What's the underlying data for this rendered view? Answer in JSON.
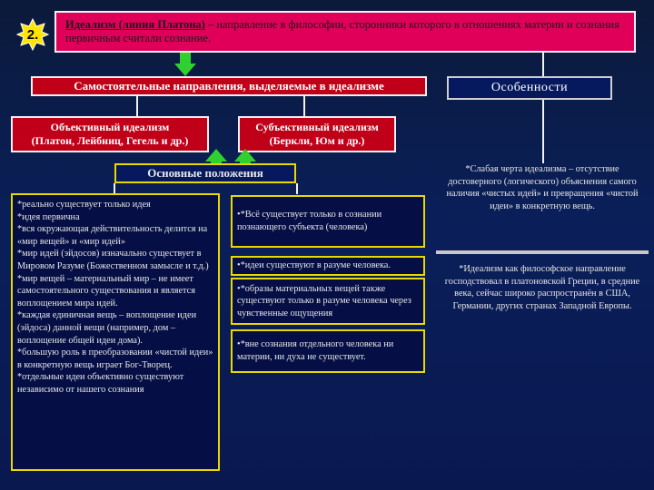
{
  "badge_number": "2.",
  "header": {
    "term": "Идеализм (линия Платона)",
    "definition": " – направление в философии, сторонники которого в отношениях материи и сознания первичным считали сознание."
  },
  "directions_title": "Самостоятельные направления, выделяемые в идеализме",
  "features_title": "Особенности",
  "objective": {
    "line1": "Объективный идеализм",
    "line2": "(Платон, Лейбниц, Гегель и др.)"
  },
  "subjective": {
    "line1": "Субъективный идеализм",
    "line2": "(Беркли, Юм и др.)"
  },
  "main_points_title": "Основные положения",
  "objective_points": [
    "*реально существует только идея",
    "*идея первична",
    "*вся окружающая действительность делится на «мир вещей» и «мир идей»",
    "*мир идей (эйдосов) изначально существует в Мировом Разуме (Божественном замысле и т.д.)",
    "*мир вещей – материальный мир – не имеет самостоятельного существования и является воплощением мира идей.",
    "*каждая единичная вещь – воплощение идеи (эйдоса) данной вещи (например, дом – воплощение общей идеи дома).",
    "*большую роль в преобразовании «чистой идеи» в конкретную вещь играет Бог-Творец.",
    "*отдельные идеи объективно существуют независимо от нашего сознания"
  ],
  "subjective_points": [
    "•*Всё существует только в сознании познающего субъекта (человека)",
    "•*идеи существуют в разуме человека.",
    "•*образы материальных вещей также существуют только в разуме человека через чувственные ощущения",
    "•*вне сознания отдельного человека ни материи, ни духа не существует."
  ],
  "features": [
    "*Слабая черта идеализма – отсутствие достоверного (логического) объяснения самого наличия «чистых идей» и превращения «чистой идеи» в конкретную вещь.",
    "*Идеализм как философское направление господствовал в платоновской Греции, в средние века, сейчас широко распространён в США, Германии, других странах Западной Европы."
  ],
  "colors": {
    "header_bg": "#e0005a",
    "title_red": "#c00018",
    "panel_blue": "#06195e",
    "border_yellow": "#e8d800",
    "arrow_green": "#2fd02f"
  },
  "icons": {
    "badge": "star-badge-icon"
  }
}
